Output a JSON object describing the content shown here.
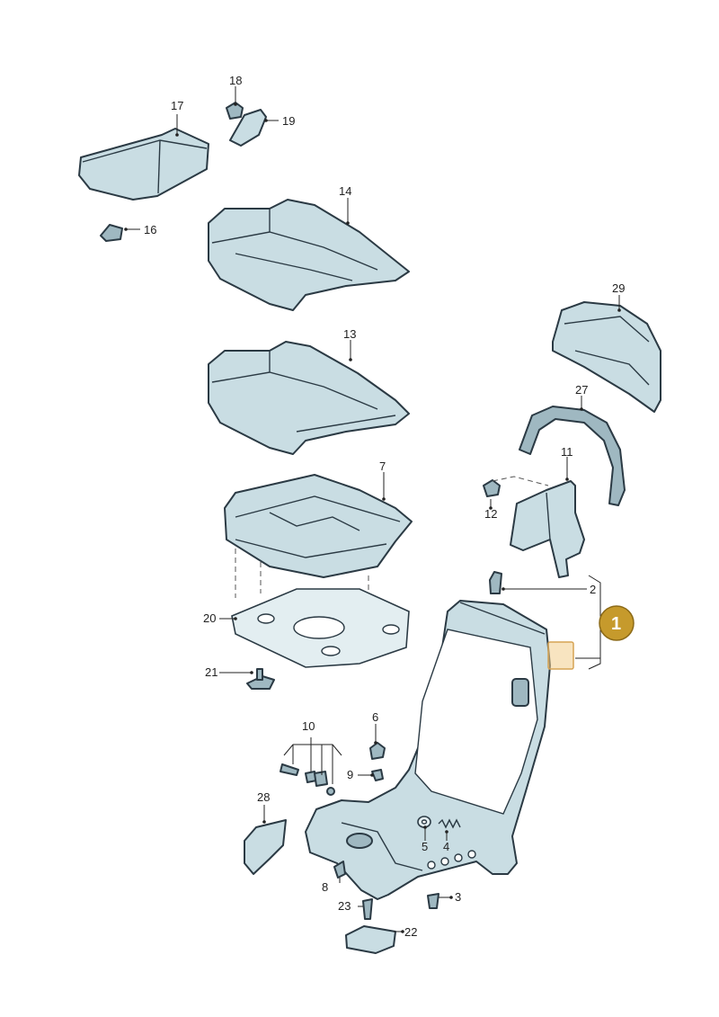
{
  "parts": {
    "p1": "1",
    "p2": "2",
    "p3": "3",
    "p4": "4",
    "p5": "5",
    "p6": "6",
    "p7": "7",
    "p8": "8",
    "p9": "9",
    "p10": "10",
    "p11": "11",
    "p12": "12",
    "p13": "13",
    "p14": "14",
    "p16": "16",
    "p17": "17",
    "p18": "18",
    "p19": "19",
    "p20": "20",
    "p21": "21",
    "p22": "22",
    "p23": "23",
    "p27": "27",
    "p28": "28",
    "p29": "29"
  },
  "colors": {
    "part": "#c9dde3",
    "outline": "#2b3a44",
    "badge": "#c69a2c"
  }
}
